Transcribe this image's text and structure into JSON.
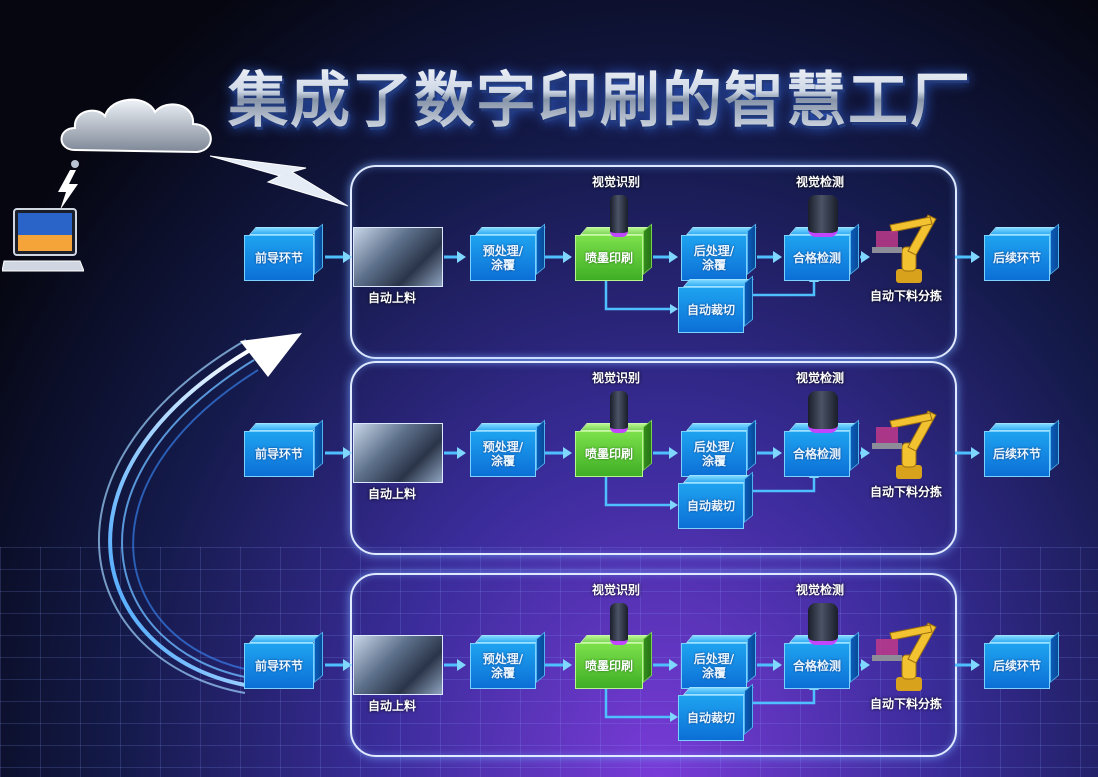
{
  "title": "集成了数字印刷的智慧工厂",
  "lines": [
    {
      "front_label": "前导环节",
      "auto_load_label": "自动上料",
      "pretreat_label": "预处理/\n涂覆",
      "inkjet_label": "喷墨印刷",
      "posttreat_label": "后处理/\n涂覆",
      "inspection_label": "合格检测",
      "cutting_label": "自动裁切",
      "vision_id_label": "视觉识别",
      "vision_check_label": "视觉检测",
      "auto_unload_label": "自动下料分拣",
      "next_label": "后续环节"
    },
    {
      "front_label": "前导环节",
      "auto_load_label": "自动上料",
      "pretreat_label": "预处理/\n涂覆",
      "inkjet_label": "喷墨印刷",
      "posttreat_label": "后处理/\n涂覆",
      "inspection_label": "合格检测",
      "cutting_label": "自动裁切",
      "vision_id_label": "视觉识别",
      "vision_check_label": "视觉检测",
      "auto_unload_label": "自动下料分拣",
      "next_label": "后续环节"
    },
    {
      "front_label": "前导环节",
      "auto_load_label": "自动上料",
      "pretreat_label": "预处理/\n涂覆",
      "inkjet_label": "喷墨印刷",
      "posttreat_label": "后处理/\n涂覆",
      "inspection_label": "合格检测",
      "cutting_label": "自动裁切",
      "vision_id_label": "视觉识别",
      "vision_check_label": "视觉检测",
      "auto_unload_label": "自动下料分拣",
      "next_label": "后续环节"
    }
  ],
  "colors": {
    "process_cube": "#1ea3f0",
    "inkjet_cube": "#7be04a",
    "panel_border": "#dfe9ff",
    "camera_ring": "#c246ff",
    "robot": "#f2c230"
  },
  "icons": [
    "cloud-icon",
    "laptop-icon",
    "lightning-icon",
    "camera-icon",
    "robot-arm-icon",
    "flow-arrow-icon"
  ]
}
